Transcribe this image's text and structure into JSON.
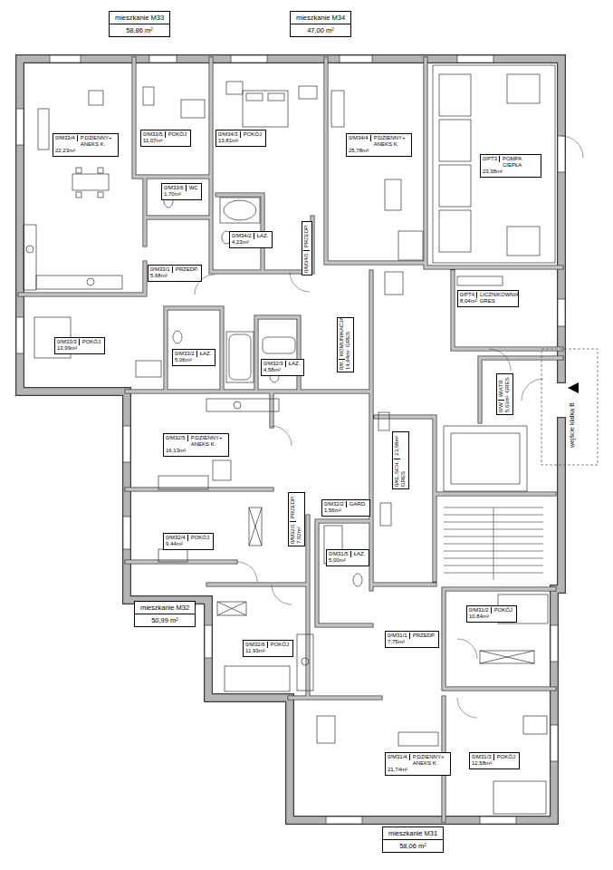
{
  "diagram": {
    "nodes": [
      {
        "text": [
          "mieszkanie M33",
          "58,86 m²"
        ]
      },
      {
        "text": [
          "mieszkanie M34",
          "47,00 m²"
        ]
      },
      {
        "text": [
          "0/M33/4",
          "P.DZIENNY+ ANEKS K.",
          "22,23m²"
        ]
      },
      {
        "text": [
          "0/M33/5",
          "POKÓJ",
          "11,07m²"
        ]
      },
      {
        "text": [
          "0/M34/3",
          "POKÓJ",
          "13,81m²"
        ]
      },
      {
        "text": [
          "0/M34/4",
          "P.DZIENNY+ ANEKS K.",
          "25,78m²"
        ]
      },
      {
        "text": [
          "0/PT3",
          "POMPA CIEPŁA",
          "23,38m²"
        ]
      },
      {
        "text": [
          "0/M33/6",
          "WC",
          "1,70m²"
        ]
      },
      {
        "text": [
          "0/M34/1",
          "PRZEDP."
        ]
      },
      {
        "text": [
          "0/M34/2",
          "ŁAZ.",
          "4,23m²"
        ]
      },
      {
        "text": [
          "0/M33/1",
          "PRZEDP.",
          "5,68m²"
        ]
      },
      {
        "text": [
          "0/PT4",
          "LICZNIKOWNIA",
          "8,04m²",
          "GRES"
        ]
      },
      {
        "text": [
          "0/M33/3",
          "POKÓJ",
          "13,99m²"
        ]
      },
      {
        "text": [
          "0/M32/3",
          "ŁAZ.",
          "4,58m²"
        ]
      },
      {
        "text": [
          "0/M33/2",
          "ŁAZ.",
          "5,06m²"
        ]
      },
      {
        "text": [
          "0/K",
          "KOMUNIKACJA",
          "14,94m²",
          "GRES"
        ]
      },
      {
        "text": [
          "0/W",
          "WIATR.",
          "5,63m²",
          "GRES"
        ]
      },
      {
        "text": [
          "0/M32/5",
          "P.DZIENNY+ ANEKS K.",
          "16,13m²"
        ]
      },
      {
        "text": [
          "0/KL.SCH.",
          "23,68m²",
          "GRES"
        ]
      },
      {
        "text": [
          "0/M32/2",
          "GARD.",
          "1,56m²"
        ]
      },
      {
        "text": [
          "0/M32/1",
          "PRZEDP.",
          "7,02m²"
        ]
      },
      {
        "text": [
          "0/M32/4",
          "POKÓJ",
          "9,44m²"
        ]
      },
      {
        "text": [
          "0/M31/5",
          "ŁAZ.",
          "5,00m²"
        ]
      },
      {
        "text": [
          "mieszkanie M32",
          "50,99 m²"
        ]
      },
      {
        "text": [
          "0/M31/2",
          "POKÓJ",
          "10,84m²"
        ]
      },
      {
        "text": [
          "0/M31/1",
          "PRZEDP.",
          "7,75m²"
        ]
      },
      {
        "text": [
          "0/M32/6",
          "POKÓJ",
          "11,93m²"
        ]
      },
      {
        "text": [
          "0/M31/4",
          "P.DZIENNY+ ANEKS K.",
          "21,74m²"
        ]
      },
      {
        "text": [
          "0/M31/3",
          "POKÓJ",
          "12,58m²"
        ]
      },
      {
        "text": [
          "mieszkanie M31",
          "58,06 m²"
        ]
      }
    ],
    "labels": [
      "wejście klatka B"
    ]
  }
}
